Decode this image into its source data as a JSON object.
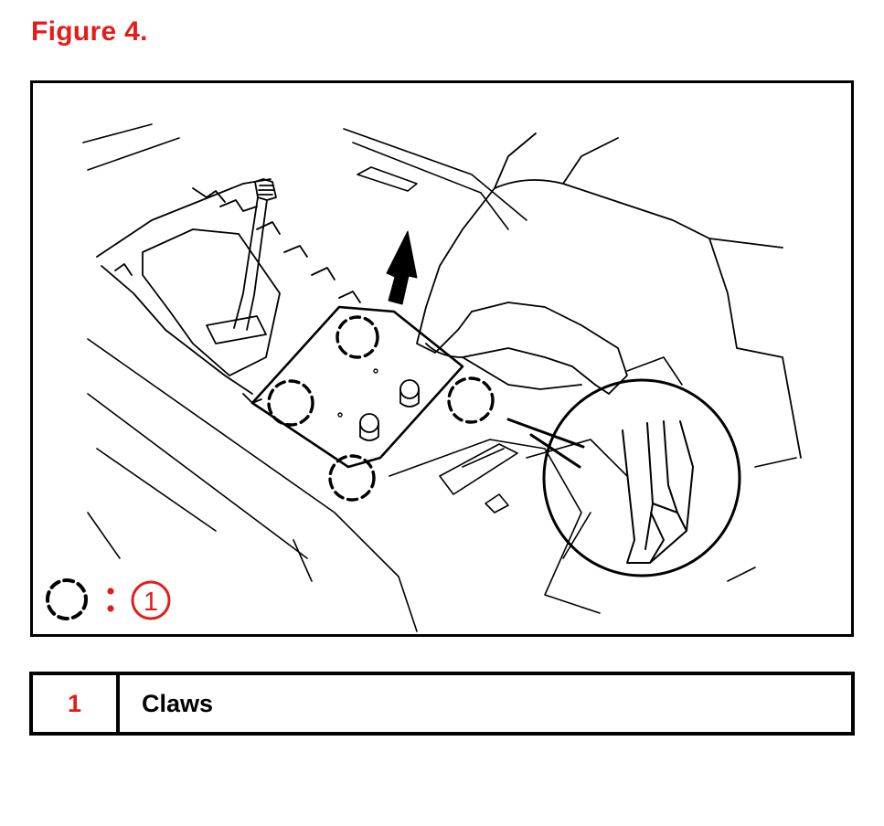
{
  "figure": {
    "title": "Figure 4.",
    "legend_symbol_number": "1"
  },
  "colors": {
    "title_red": "#e31d1a",
    "line": "#000000",
    "background": "#ffffff"
  },
  "table": {
    "rows": [
      {
        "number": "1",
        "description": "Claws"
      }
    ]
  }
}
